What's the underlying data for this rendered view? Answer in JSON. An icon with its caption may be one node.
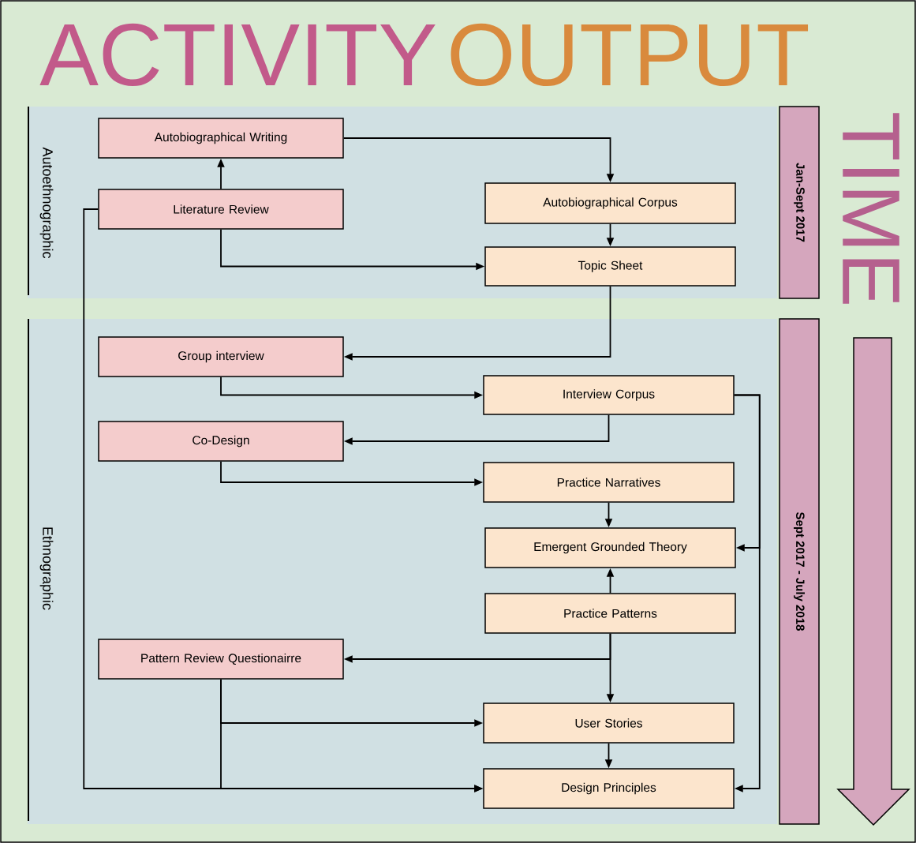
{
  "diagram": {
    "nodes": [
      {
        "text": [
          "Autoethnographic"
        ]
      },
      {
        "text": [
          "Autobiographical Writing"
        ],
        "in": 0
      },
      {
        "text": [
          "Literature Review"
        ],
        "in": 0
      },
      {
        "text": [
          "Autobiographical Corpus"
        ],
        "in": 0
      },
      {
        "text": [
          "Topic Sheet"
        ],
        "in": 0
      },
      {
        "text": [
          "Ethnographic"
        ]
      },
      {
        "text": [
          "Group interview"
        ],
        "in": 5
      },
      {
        "text": [
          "Interview Corpus"
        ],
        "in": 5
      },
      {
        "text": [
          "Co-Design"
        ],
        "in": 5
      },
      {
        "text": [
          "Practice Narratives"
        ],
        "in": 5
      },
      {
        "text": [
          "Emergent Grounded Theory"
        ],
        "in": 5
      },
      {
        "text": [
          "Practice Patterns"
        ],
        "in": 5
      },
      {
        "text": [
          "Pattern Review Questionairre"
        ],
        "in": 5
      },
      {
        "text": [
          "User Stories"
        ],
        "in": 5
      },
      {
        "text": [
          "Design Principles"
        ],
        "in": 5
      },
      {
        "text": [
          "Jan-Sept 2017"
        ]
      },
      {
        "text": [
          "Sept 2017 - July 2018"
        ]
      }
    ],
    "edges": [
      {
        "from": 1,
        "to": 3,
        "arrow": "to"
      },
      {
        "from": 2,
        "to": 1,
        "arrow": "to"
      },
      {
        "from": 3,
        "to": 4,
        "arrow": "to"
      },
      {
        "from": 2,
        "to": 4,
        "arrow": "to"
      },
      {
        "from": 4,
        "to": 6,
        "arrow": "to"
      },
      {
        "from": 6,
        "to": 7,
        "arrow": "to"
      },
      {
        "from": 7,
        "to": 8,
        "arrow": "to"
      },
      {
        "from": 8,
        "to": 9,
        "arrow": "to"
      },
      {
        "from": 9,
        "to": 10,
        "arrow": "to"
      },
      {
        "from": 7,
        "to": 10,
        "arrow": "to"
      },
      {
        "from": 11,
        "to": 10,
        "arrow": "to"
      },
      {
        "from": 11,
        "to": 12,
        "arrow": "to"
      },
      {
        "from": 11,
        "to": 13,
        "arrow": "to"
      },
      {
        "from": 12,
        "to": 13,
        "arrow": "to"
      },
      {
        "from": 12,
        "to": 14,
        "arrow": "to"
      },
      {
        "from": 2,
        "to": 14,
        "arrow": "to"
      },
      {
        "from": 13,
        "to": 14,
        "arrow": "to"
      },
      {
        "from": 7,
        "to": 14,
        "arrow": "to"
      }
    ],
    "labels": [
      "ACTIVITY",
      "OUTPUT",
      "TIME"
    ]
  }
}
